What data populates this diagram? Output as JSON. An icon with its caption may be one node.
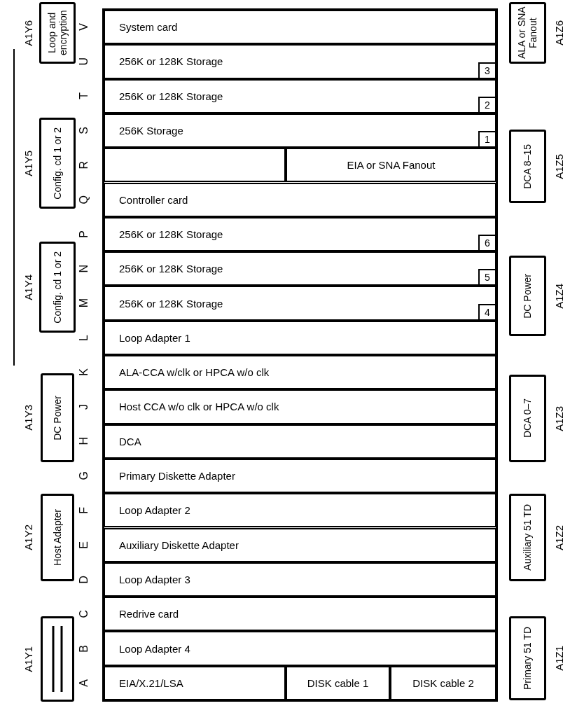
{
  "diagram": {
    "nodes": [
      {
        "text": [
          "Loop and encryption"
        ],
        "beside": [
          "A1Y6"
        ]
      },
      {
        "text": [
          "Config. cd 1 or 2"
        ],
        "beside": [
          "A1Y5"
        ]
      },
      {
        "text": [
          "Config. cd 1 or 2"
        ],
        "beside": [
          "A1Y4"
        ]
      },
      {
        "text": [
          "DC Power"
        ],
        "beside": [
          "A1Y3"
        ]
      },
      {
        "text": [
          "Host Adapter"
        ],
        "beside": [
          "A1Y2"
        ]
      },
      {
        "text": [],
        "shape": "box",
        "beside": [
          "A1Y1"
        ]
      },
      {
        "text": [
          "System card"
        ]
      },
      {
        "text": [
          "256K or 128K Storage"
        ]
      },
      {
        "text": [
          "3"
        ],
        "in": 7
      },
      {
        "text": [
          "256K or 128K Storage"
        ]
      },
      {
        "text": [
          "2"
        ],
        "in": 9
      },
      {
        "text": [
          "256K Storage"
        ]
      },
      {
        "text": [
          "1"
        ],
        "in": 11
      },
      {
        "text": [],
        "shape": "box"
      },
      {
        "text": [
          "EIA or SNA Fanout"
        ]
      },
      {
        "text": [
          "Controller card"
        ]
      },
      {
        "text": [
          "256K or 128K Storage"
        ]
      },
      {
        "text": [
          "6"
        ],
        "in": 16
      },
      {
        "text": [
          "256K or 128K Storage"
        ]
      },
      {
        "text": [
          "5"
        ],
        "in": 18
      },
      {
        "text": [
          "256K or 128K Storage"
        ]
      },
      {
        "text": [
          "4"
        ],
        "in": 20
      },
      {
        "text": [
          "Loop Adapter 1"
        ]
      },
      {
        "text": [
          "ALA-CCA w/clk or HPCA w/o clk"
        ]
      },
      {
        "text": [
          "Host CCA w/o clk or HPCA w/o clk"
        ]
      },
      {
        "text": [
          "DCA"
        ]
      },
      {
        "text": [
          "Primary Diskette Adapter"
        ]
      },
      {
        "text": [
          "Loop Adapter 2"
        ]
      },
      {
        "text": [
          "Auxiliary Diskette Adapter"
        ]
      },
      {
        "text": [
          "Loop Adapter 3"
        ]
      },
      {
        "text": [
          "Redrive card"
        ]
      },
      {
        "text": [
          "Loop Adapter 4"
        ]
      },
      {
        "text": [
          "EIA/X.21/LSA"
        ]
      },
      {
        "text": [
          "DISK cable 1"
        ]
      },
      {
        "text": [
          "DISK cable 2"
        ]
      },
      {
        "text": [
          "ALA or SNA Fanout"
        ],
        "beside": [
          "A1Z6"
        ]
      },
      {
        "text": [
          "DCA 8–15"
        ],
        "beside": [
          "A1Z5"
        ]
      },
      {
        "text": [
          "DC Power"
        ],
        "beside": [
          "A1Z4"
        ]
      },
      {
        "text": [
          "DCA 0–7"
        ],
        "beside": [
          "A1Z3"
        ]
      },
      {
        "text": [
          "Auxiliary 51 TD"
        ],
        "beside": [
          "A1Z2"
        ]
      },
      {
        "text": [
          "Primary 51 TD"
        ],
        "beside": [
          "A1Z1"
        ]
      }
    ],
    "labels": [
      "V",
      "U",
      "T",
      "S",
      "R",
      "Q",
      "P",
      "N",
      "M",
      "L",
      "K",
      "J",
      "H",
      "G",
      "F",
      "E",
      "D",
      "C",
      "B",
      "A"
    ]
  }
}
